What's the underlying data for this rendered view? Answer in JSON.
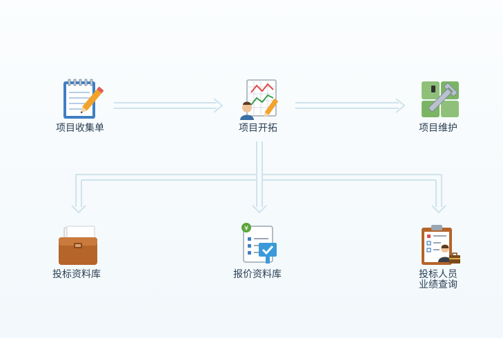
{
  "flow": {
    "nodes": {
      "collect": {
        "label": "项目收集单",
        "icon": "notepad-pencil-icon"
      },
      "develop": {
        "label": "项目开拓",
        "icon": "chart-person-icon"
      },
      "maintain": {
        "label": "项目维护",
        "icon": "wrench-blocks-icon"
      },
      "bid_docs": {
        "label": "投标资料库",
        "icon": "briefcase-icon"
      },
      "quote_docs": {
        "label": "报价资料库",
        "icon": "price-checklist-icon"
      },
      "bidder": {
        "line1": "投标人员",
        "line2": "业绩查询",
        "icon": "clipboard-person-icon"
      }
    }
  },
  "colors": {
    "connector": "#cfe3ec",
    "label": "#2a3e53"
  }
}
